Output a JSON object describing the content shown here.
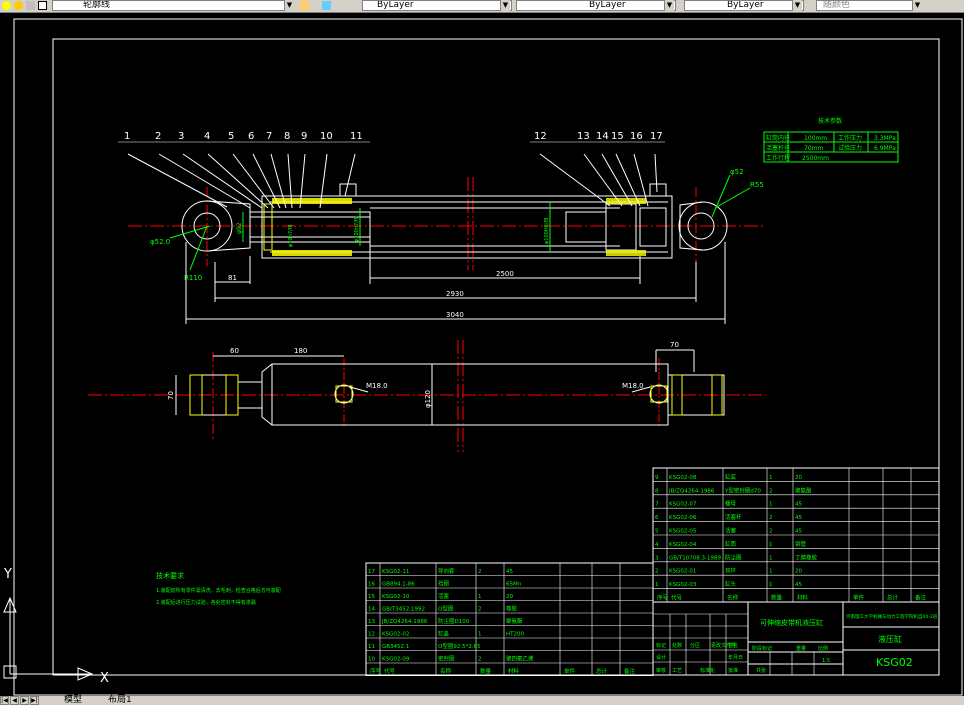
{
  "toolbar": {
    "layer_name": "轮廓线",
    "color_value": "ByLayer",
    "linetype_value": "ByLayer",
    "lineweight_value": "ByLayer",
    "plotstyle_value": "随颜色"
  },
  "tabs": {
    "model": "模型",
    "layout1": "布局1"
  },
  "ucs": {
    "x": "X",
    "y": "Y"
  },
  "balloons": [
    "1",
    "2",
    "3",
    "4",
    "5",
    "6",
    "7",
    "8",
    "9",
    "10",
    "11",
    "12",
    "13",
    "14",
    "15",
    "16",
    "17"
  ],
  "dims": {
    "d81": "81",
    "d2500": "2500",
    "d2930": "2930",
    "d3040": "3040",
    "d60": "60",
    "d180": "180",
    "d70top": "70",
    "d70left": "70",
    "m18a": "M18.0",
    "m18b": "M18.0",
    "phi120": "φ120",
    "phi52": "φ52",
    "r55": "R55",
    "r110": "R110",
    "phi52b": "φ52.0",
    "phi92": "φ92",
    "phi100": "φ100h7/f8",
    "phi70": "φ70h7/f8",
    "phi100b": "φ100H8/f8"
  },
  "tech_req": {
    "title": "技术要求",
    "line1": "1.装配前所有零件需清洗，去毛刺，检查合格后方可装配",
    "line2": "2.装配后进行压力试验，各处密封不得有渗漏"
  },
  "params": {
    "title": "技术参数",
    "rows": [
      [
        "缸筒内径",
        "100mm",
        "工作压力",
        "3.3MPa"
      ],
      [
        "活塞杆径",
        "70mm",
        "试验压力",
        "6.9MPa"
      ],
      [
        "工作行程",
        "2500mm",
        "",
        ""
      ]
    ]
  },
  "bom_left": [
    [
      "17",
      "KSG02-11",
      "导向套",
      "2",
      "45"
    ],
    [
      "16",
      "GB894.1-86",
      "挡圈",
      "",
      "65Mn"
    ],
    [
      "15",
      "KSG02-10",
      "活塞",
      "1",
      "20"
    ],
    [
      "14",
      "GB/T3452.1992",
      "O型圈",
      "2",
      "橡胶"
    ],
    [
      "13",
      "JB/ZQ4264-1986",
      "防尘圈D100",
      "",
      "聚氨酯"
    ],
    [
      "12",
      "KSG02-02",
      "缸盖",
      "1",
      "HT200"
    ],
    [
      "11",
      "GB3452.1",
      "O型圈92.5*2.65",
      "",
      ""
    ],
    [
      "10",
      "KSG02-09",
      "密封圈",
      "2",
      "聚四氟乙烯"
    ]
  ],
  "bom_left_header": [
    "序号",
    "代号",
    "名称",
    "数量",
    "材料",
    "单件",
    "总计",
    "备注"
  ],
  "bom_right": [
    [
      "9",
      "KSG02-08",
      "缸底",
      "1",
      "20"
    ],
    [
      "8",
      "JB/ZQ4264-1986",
      "Y型密封圈d70",
      "2",
      "聚氨酯"
    ],
    [
      "7",
      "KSG02-07",
      "螺母",
      "1",
      "45"
    ],
    [
      "6",
      "KSG02-06",
      "活塞杆",
      "2",
      "45"
    ],
    [
      "5",
      "KSG02-05",
      "活塞",
      "2",
      "45"
    ],
    [
      "4",
      "KSG02-04",
      "缸筒",
      "1",
      "钢管"
    ],
    [
      "3",
      "GB/T10708.3-1989",
      "防尘圈",
      "1",
      "丁腈橡胶"
    ],
    [
      "2",
      "KSG02-01",
      "耳环",
      "1",
      "20"
    ],
    [
      "1",
      "KSG02-03",
      "缸头",
      "1",
      "45"
    ]
  ],
  "bom_right_header": [
    "序号",
    "代号",
    "名称",
    "数量",
    "材料",
    "单件",
    "总计",
    "备注"
  ],
  "title_block": {
    "drawing_name": "可伸缩皮带机液压缸",
    "company": "河南理工大学机械与动力工程学院机自04-2班",
    "part_name": "液压缸",
    "drawing_no": "KSG02",
    "scale": "1:5",
    "sheet": "共张",
    "labels": [
      "标记",
      "处数",
      "分区",
      "更改文件号",
      "签名",
      "年月日",
      "设计",
      "标准化",
      "审核",
      "工艺",
      "批准",
      "阶段标记",
      "重量",
      "比例"
    ]
  },
  "colors": {
    "frame": "#ffffff",
    "outline": "#ffff00",
    "centerline": "#ff0000",
    "dimension": "#00ff00",
    "table": "#ffffff",
    "tabletext": "#00ff00",
    "hatch": "#ffff00",
    "cyan": "#00ffff"
  }
}
